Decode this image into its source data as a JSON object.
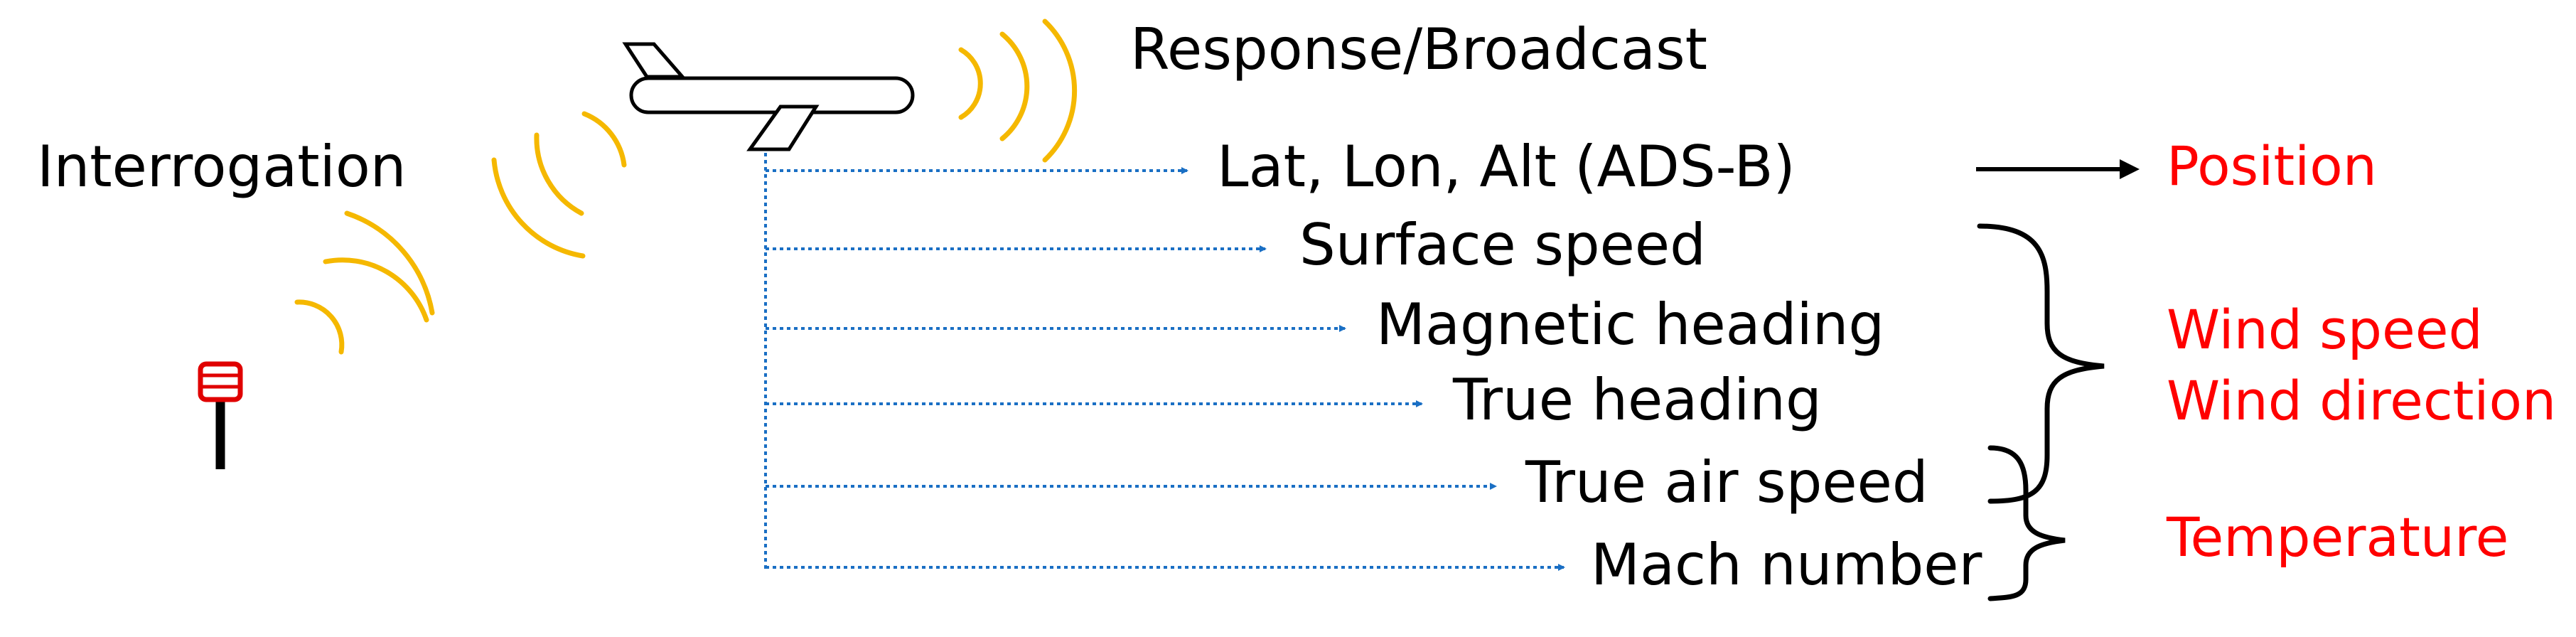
{
  "labels": {
    "interrogation": "Interrogation",
    "response_broadcast": "Response/Broadcast"
  },
  "parameters": [
    "Lat, Lon, Alt (ADS-B)",
    "Surface speed",
    "Magnetic heading",
    "True heading",
    "True air speed",
    "Mach number"
  ],
  "outputs": {
    "position": "Position",
    "wind_speed": "Wind speed",
    "wind_direction": "Wind direction",
    "temperature": "Temperature"
  },
  "colors": {
    "signal_waves": "#f5b800",
    "dotted_arrows": "#1a6fc4",
    "output_text": "#ff0000",
    "radar_station": "#e00000"
  },
  "icons": [
    "aircraft-icon",
    "radar-station-icon",
    "signal-wave-icon"
  ]
}
